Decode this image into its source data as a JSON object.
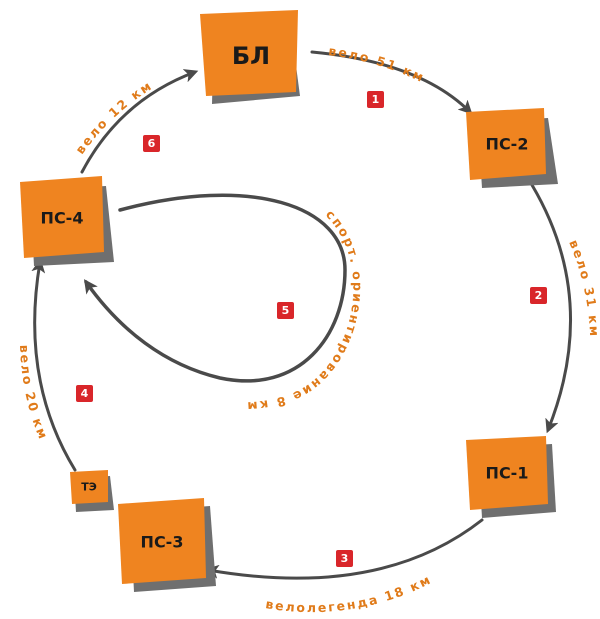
{
  "colors": {
    "node_fill": "#ef8420",
    "node_shadow": "#6f6f6f",
    "badge_fill": "#d9262a",
    "route_text": "#e07b1a",
    "arrow": "#4a4a4a"
  },
  "nodes": {
    "bl": "БЛ",
    "ps2": "ПС-2",
    "ps1": "ПС-1",
    "ps3": "ПС-3",
    "te": "ТЭ",
    "ps4": "ПС-4"
  },
  "routes": [
    {
      "step": "1",
      "label": "вело 51 км"
    },
    {
      "step": "2",
      "label": "вело 31 км"
    },
    {
      "step": "3",
      "label": "велолегенда 18 км"
    },
    {
      "step": "4",
      "label": "вело 20 км"
    },
    {
      "step": "5",
      "label": "спорт. ориентирование 8 км"
    },
    {
      "step": "6",
      "label": "вело 12 км"
    }
  ]
}
